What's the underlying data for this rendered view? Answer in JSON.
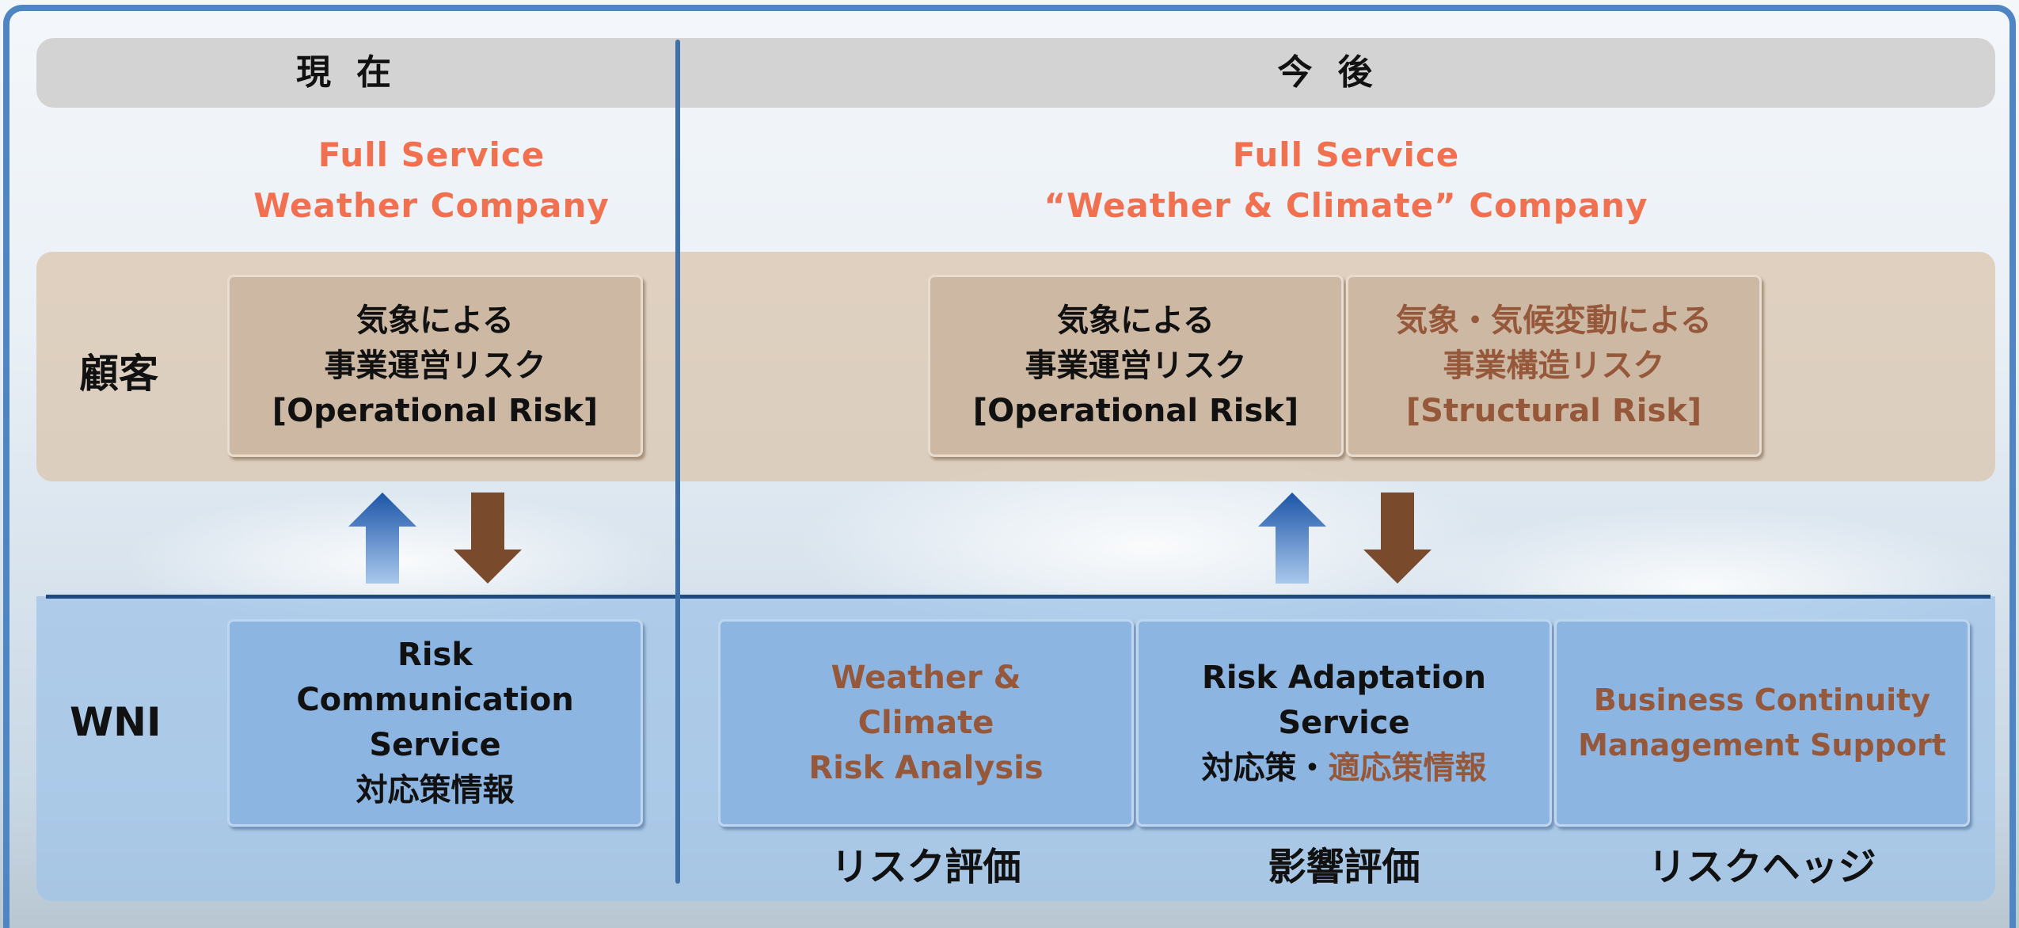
{
  "header": {
    "current_label": "現在",
    "future_label": "今後"
  },
  "current": {
    "title_line1": "Full Service",
    "title_line2": "Weather Company",
    "customer_box": {
      "line1": "気象による",
      "line2": "事業運営リスク",
      "line3": "[Operational Risk]"
    },
    "wni_box": {
      "line1": "Risk",
      "line2": "Communication",
      "line3": "Service",
      "line4": "対応策情報"
    }
  },
  "future": {
    "title_line1": "Full Service",
    "title_line2": "“Weather & Climate” Company",
    "customer_boxes": [
      {
        "line1": "気象による",
        "line2": "事業運営リスク",
        "line3": "[Operational Risk]"
      },
      {
        "line1": "気象・気候変動による",
        "line2": "事業構造リスク",
        "line3": "[Structural Risk]"
      }
    ],
    "wni_boxes": [
      {
        "line1": "Weather &",
        "line2": "Climate",
        "line3": "Risk Analysis"
      },
      {
        "line1": "Risk Adaptation",
        "line2": "Service",
        "line3a": "対応策・",
        "line3b": "適応策情報"
      },
      {
        "line1": "Business Continuity",
        "line2": "Management Support"
      }
    ],
    "bottom_labels": [
      "リスク評価",
      "影響評価",
      "リスクヘッジ"
    ]
  },
  "rows": {
    "customer": "顧客",
    "wni": "WNI"
  },
  "colors": {
    "frame": "#4f86c2",
    "divider": "#3e6fa6",
    "title_text": "#f07050",
    "brown_text": "#96583a",
    "customer_band": "#dac4aa",
    "customer_box": "#cdb8a3",
    "wni_band": "#a0c4e8",
    "wni_box": "#8db5e2",
    "arrow_up": "#2a62b0",
    "arrow_down": "#7a4a2c"
  },
  "icons": [
    "up-arrow-icon",
    "down-arrow-icon"
  ]
}
